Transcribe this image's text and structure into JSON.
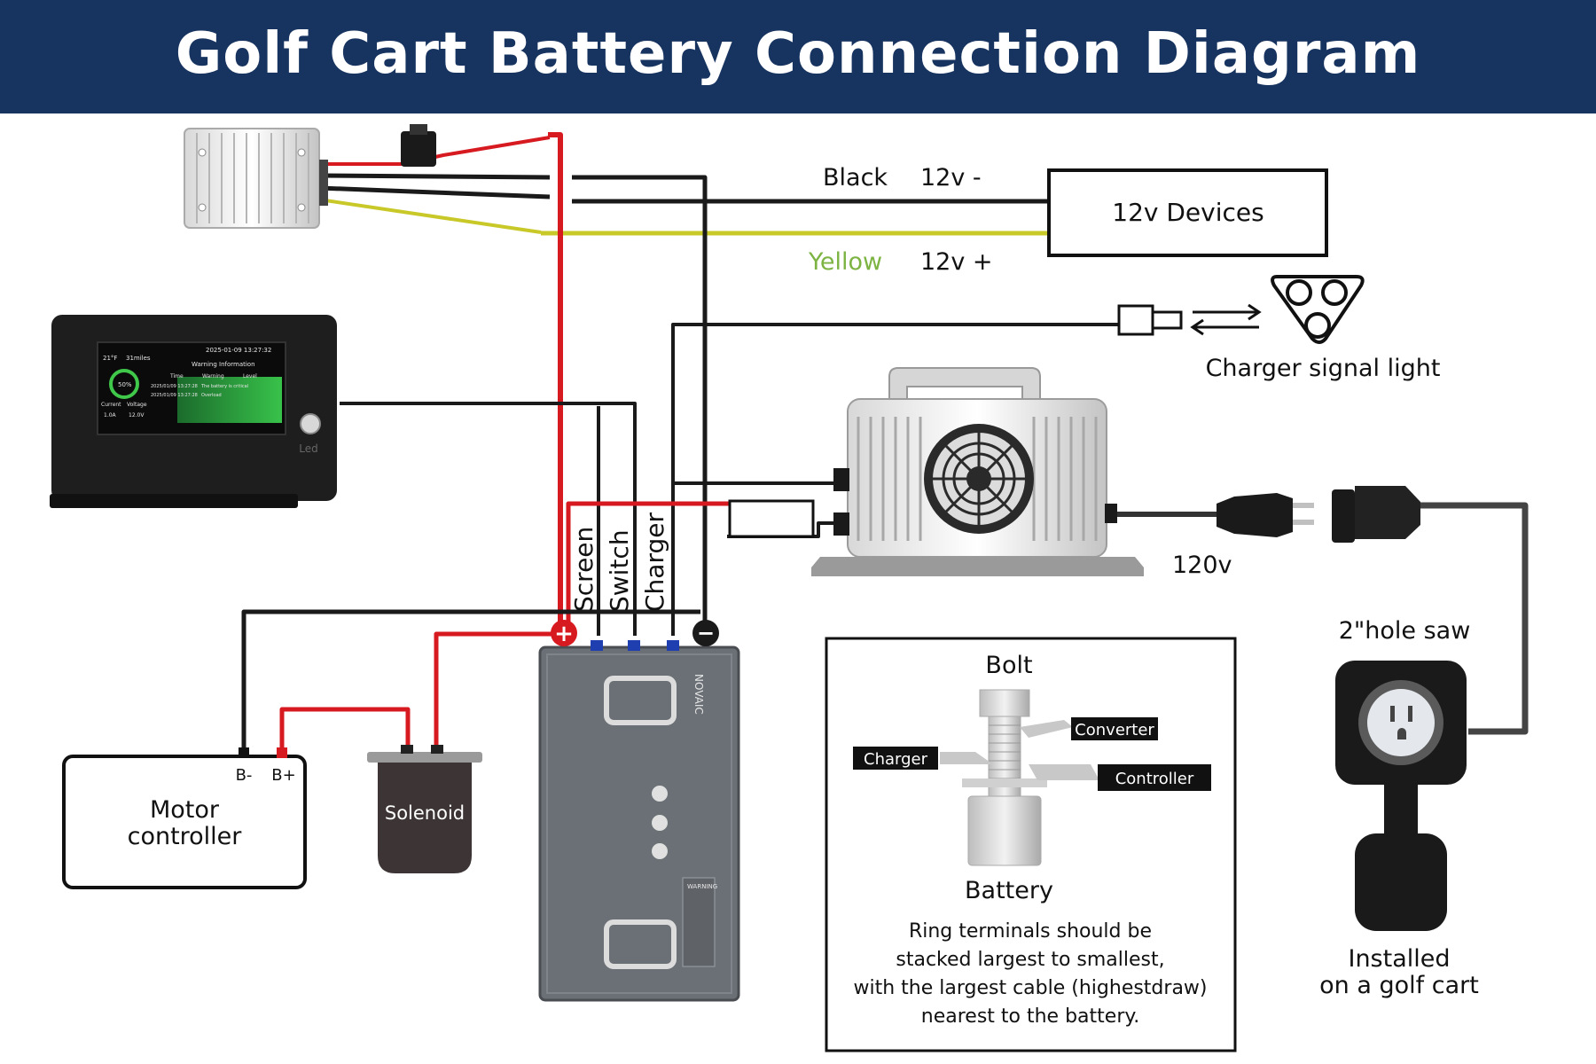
{
  "title": "Golf Cart Battery Connection Diagram",
  "colors": {
    "banner": "#17335f",
    "wire_positive": "#d71920",
    "wire_negative": "#1a1a1a",
    "wire_12v_positive": "#c8c828",
    "yellow_label": "#7cb342",
    "wire_ac": "#444444"
  },
  "wires": {
    "black_label": "Black",
    "black_voltage": "12v -",
    "yellow_label": "Yellow",
    "yellow_voltage": "12v +"
  },
  "devices": {
    "twelve_v_devices": "12v Devices",
    "charger_signal_light": "Charger signal light",
    "ac_voltage": "120v",
    "hole_saw": "2\"hole saw",
    "installed_line1": "Installed",
    "installed_line2": "on a golf cart",
    "motor_controller_line1": "Motor",
    "motor_controller_line2": "controller",
    "motor_b_minus": "B-",
    "motor_b_plus": "B+",
    "solenoid": "Solenoid",
    "led": "Led"
  },
  "battery": {
    "lead_screen": "Screen",
    "lead_switch": "Switch",
    "lead_charger": "Charger",
    "plus_symbol": "+",
    "minus_symbol": "−",
    "brand": "NOVAIC",
    "warning": "WARNING"
  },
  "screen": {
    "temp": "21°F",
    "range": "31miles",
    "datetime": "2025-01-09 13:27:32",
    "heading": "Warning Information",
    "col_time": "Time",
    "col_warning": "Warning",
    "col_level": "Level",
    "row1_time": "2025/01/09 13:27:28",
    "row1_msg": "The battery is critical",
    "row2_time": "2025/01/09 13:27:28",
    "row2_msg": "Overload",
    "soc": "50%",
    "current_label": "Current",
    "voltage_label": "Voltage",
    "current_value": "1.0A",
    "voltage_value": "12.0V"
  },
  "bolt_panel": {
    "bolt": "Bolt",
    "converter": "Converter",
    "charger": "Charger",
    "controller": "Controller",
    "battery": "Battery",
    "note_line1": "Ring terminals should be",
    "note_line2": "stacked largest to smallest,",
    "note_line3": "with the largest cable (highestdraw)",
    "note_line4": "nearest to the battery."
  }
}
